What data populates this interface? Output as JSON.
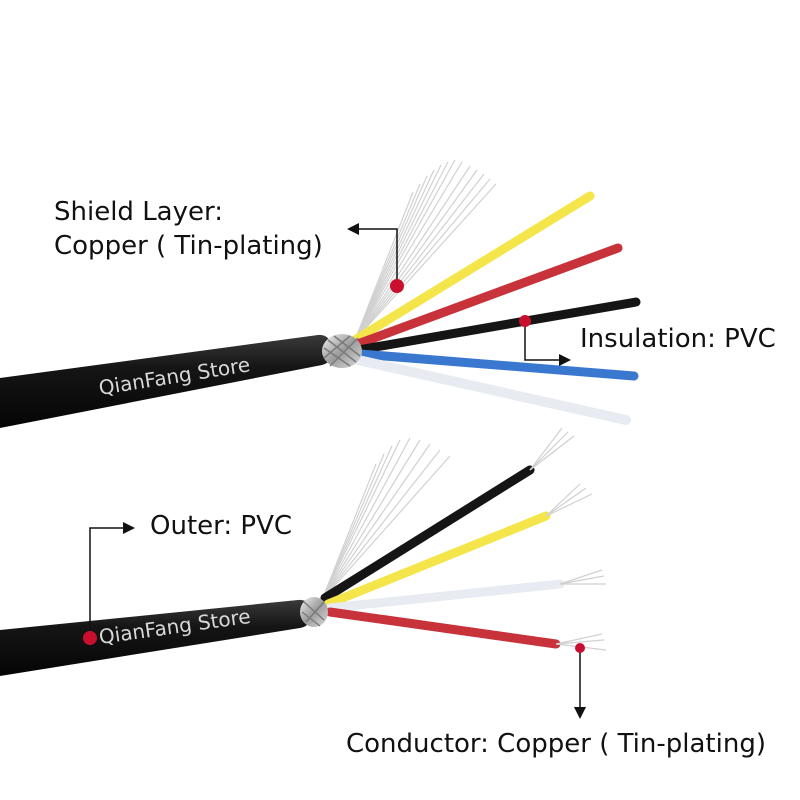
{
  "labels": {
    "shield_line1": "Shield Layer:",
    "shield_line2": "Copper ( Tin-plating)",
    "insulation": "Insulation: PVC",
    "outer": "Outer: PVC",
    "conductor": "Conductor: Copper ( Tin-plating)"
  },
  "watermarks": {
    "top_cable": "QianFang Store",
    "bottom_cable": "QianFang Store"
  },
  "colors": {
    "background": "#ffffff",
    "jacket": "#111111",
    "marker_dot": "#c8102e",
    "wire_yellow": "#f4e64a",
    "wire_red": "#c8323a",
    "wire_black": "#151515",
    "wire_blue": "#3a78d0",
    "wire_white": "#e8ecf2"
  }
}
